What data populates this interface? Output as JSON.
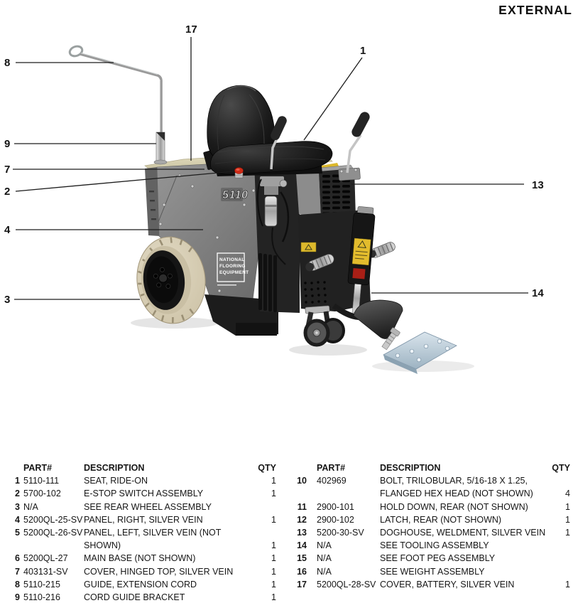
{
  "title": "EXTERNAL",
  "figure": {
    "model_label": "5110",
    "brand_lines": [
      "NATIONAL",
      "FLOORING",
      "EQUIPMENT"
    ],
    "callouts": {
      "c1": "1",
      "c2": "2",
      "c3": "3",
      "c4": "4",
      "c7": "7",
      "c8": "8",
      "c9": "9",
      "c13": "13",
      "c14": "14",
      "c17": "17"
    }
  },
  "colors": {
    "caution_yellow": "#ddb92c",
    "estop_red": "#cf2a16",
    "tire_beige": "#d6cdb5",
    "blade_steel_blue": "#bccfdc",
    "panel_gray": "#848484"
  },
  "parts_table": {
    "headers": {
      "part": "PART#",
      "description": "DESCRIPTION",
      "qty": "QTY"
    },
    "left_rows": [
      {
        "num": "1",
        "part": "5110-111",
        "desc": "SEAT, RIDE-ON",
        "qty": "1"
      },
      {
        "num": "2",
        "part": "5700-102",
        "desc": "E-STOP SWITCH ASSEMBLY",
        "qty": "1"
      },
      {
        "num": "3",
        "part": "N/A",
        "desc": "SEE REAR WHEEL ASSEMBLY",
        "qty": ""
      },
      {
        "num": "4",
        "part": "5200QL-25-SV",
        "desc": "PANEL, RIGHT, SILVER VEIN",
        "qty": "1"
      },
      {
        "num": "5",
        "part": "5200QL-26-SV",
        "desc": "PANEL, LEFT, SILVER VEIN (NOT SHOWN)",
        "qty": "1"
      },
      {
        "num": "6",
        "part": "5200QL-27",
        "desc": "MAIN BASE (NOT SHOWN)",
        "qty": "1"
      },
      {
        "num": "7",
        "part": "403131-SV",
        "desc": "COVER, HINGED TOP, SILVER VEIN",
        "qty": "1"
      },
      {
        "num": "8",
        "part": "5110-215",
        "desc": "GUIDE, EXTENSION CORD",
        "qty": "1"
      },
      {
        "num": "9",
        "part": "5110-216",
        "desc": "CORD GUIDE BRACKET",
        "qty": "1"
      }
    ],
    "right_rows": [
      {
        "num": "10",
        "part": "402969",
        "desc": "BOLT, TRILOBULAR, 5/16-18 X 1.25,\nFLANGED HEX HEAD (NOT SHOWN)",
        "qty": "4"
      },
      {
        "num": "11",
        "part": "2900-101",
        "desc": "HOLD DOWN, REAR (NOT SHOWN)",
        "qty": "1"
      },
      {
        "num": "12",
        "part": "2900-102",
        "desc": "LATCH, REAR (NOT SHOWN)",
        "qty": "1"
      },
      {
        "num": "13",
        "part": "5200-30-SV",
        "desc": "DOGHOUSE, WELDMENT, SILVER VEIN",
        "qty": "1"
      },
      {
        "num": "14",
        "part": "N/A",
        "desc": "SEE TOOLING ASSEMBLY",
        "qty": ""
      },
      {
        "num": "15",
        "part": "N/A",
        "desc": "SEE FOOT PEG ASSEMBLY",
        "qty": ""
      },
      {
        "num": "16",
        "part": "N/A",
        "desc": "SEE WEIGHT ASSEMBLY",
        "qty": ""
      },
      {
        "num": "17",
        "part": "5200QL-28-SV",
        "desc": "COVER, BATTERY, SILVER VEIN",
        "qty": "1"
      }
    ]
  }
}
